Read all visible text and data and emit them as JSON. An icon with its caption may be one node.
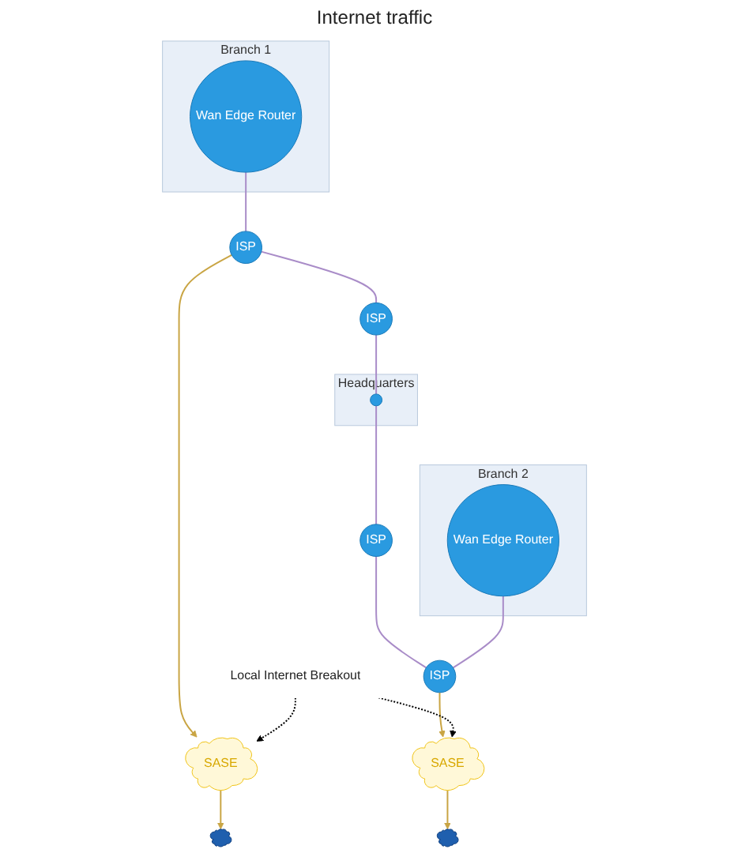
{
  "diagram": {
    "nodes": [
      {
        "text": [],
        "shape": "cloud"
      },
      {
        "text": [
          "SASE"
        ]
      },
      {
        "text": [
          "Branch 1"
        ]
      },
      {
        "text": [
          "Wan Edge Router"
        ],
        "in": 2
      },
      {
        "text": [
          "ISP"
        ]
      },
      {
        "text": [
          "ISP"
        ]
      },
      {
        "text": [
          "Local Internet Breakout"
        ]
      },
      {
        "text": [
          "Headquarters"
        ]
      },
      {
        "text": [],
        "shape": "circle",
        "in": 7
      },
      {
        "text": [
          "ISP"
        ]
      },
      {
        "text": [
          "Branch 2"
        ]
      },
      {
        "text": [
          "Wan Edge Router"
        ],
        "in": 10
      },
      {
        "text": [
          "ISP"
        ]
      },
      {
        "text": [
          "SASE"
        ]
      },
      {
        "text": [],
        "shape": "cloud"
      }
    ],
    "edges": [
      {
        "from": 3,
        "to": 4,
        "arrow": "none"
      },
      {
        "from": 4,
        "to": 1,
        "arrow": "to",
        "color": "#c9a544"
      },
      {
        "from": 1,
        "to": 0,
        "arrow": "to",
        "color": "#c9a544"
      },
      {
        "from": 4,
        "to": 5,
        "arrow": "none"
      },
      {
        "from": 5,
        "to": 8,
        "arrow": "none"
      },
      {
        "from": 8,
        "to": 9,
        "arrow": "none"
      },
      {
        "from": 9,
        "to": 12,
        "arrow": "none"
      },
      {
        "from": 11,
        "to": 12,
        "arrow": "none"
      },
      {
        "from": 12,
        "to": 13,
        "arrow": "to",
        "color": "#c9a544"
      },
      {
        "from": 13,
        "to": 14,
        "arrow": "to",
        "color": "#c9a544"
      },
      {
        "from": 6,
        "to": 1,
        "arrow": "to",
        "style": "dashed",
        "color": "#000000"
      },
      {
        "from": 6,
        "to": 13,
        "arrow": "to",
        "style": "dashed",
        "color": "#000000"
      }
    ],
    "labels": [
      "Internet traffic"
    ]
  }
}
